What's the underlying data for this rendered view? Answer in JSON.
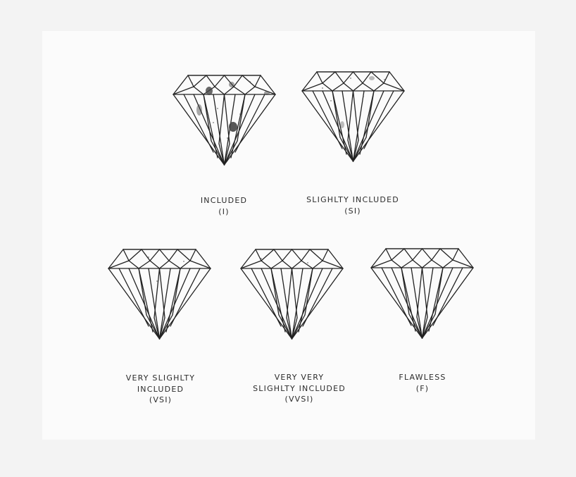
{
  "grades": [
    {
      "id": "included",
      "label_lines": [
        "INCLUDED",
        "(I)"
      ],
      "inclusion_level": "heavy"
    },
    {
      "id": "slightly-included",
      "label_lines": [
        "SLIGHLTY INCLUDED",
        "(SI)"
      ],
      "inclusion_level": "moderate"
    },
    {
      "id": "very-slightly-included",
      "label_lines": [
        "VERY SLIGHLTY",
        "INCLUDED",
        "(VSI)"
      ],
      "inclusion_level": "light"
    },
    {
      "id": "very-very-slightly-included",
      "label_lines": [
        "VERY VERY",
        "SLIGHLTY INCLUDED",
        "(VVSI)"
      ],
      "inclusion_level": "minimal"
    },
    {
      "id": "flawless",
      "label_lines": [
        "FLAWLESS",
        "(F)"
      ],
      "inclusion_level": "none"
    }
  ],
  "colors": {
    "outline": "#222222",
    "inclusion": "#444444",
    "text": "#2b2b2b",
    "background": "#fbfbfb"
  }
}
